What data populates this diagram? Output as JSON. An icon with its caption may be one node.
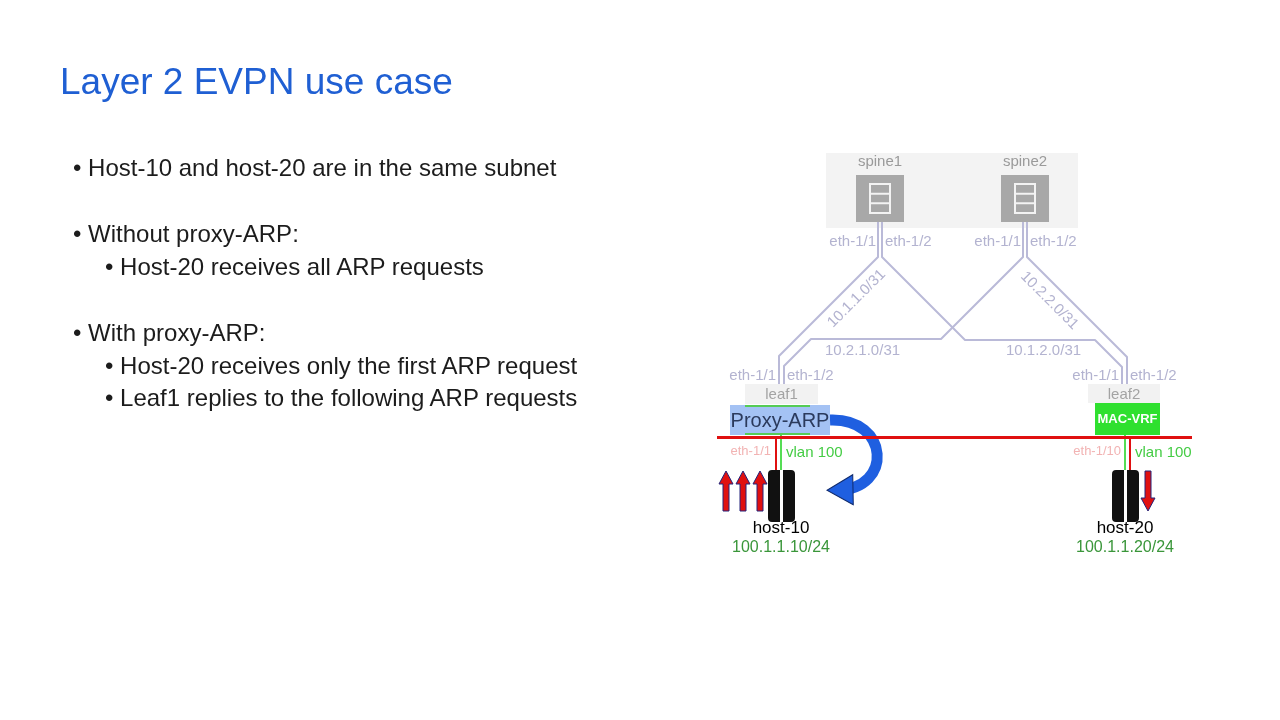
{
  "diagram": {
    "title": "Layer 2 EVPN use case",
    "nodes": [
      {
        "text": [
          "spine1"
        ],
        "beside": [
          "eth-1/1",
          "eth-1/2"
        ]
      },
      {
        "text": [
          "spine2"
        ],
        "beside": [
          "eth-1/1",
          "eth-1/2"
        ]
      },
      {
        "text": [
          "leaf1"
        ],
        "beside": [
          "eth-1/1",
          "eth-1/2"
        ]
      },
      {
        "text": [
          "leaf2"
        ],
        "beside": [
          "eth-1/1",
          "eth-1/2"
        ]
      },
      {
        "text": [
          "Proxy-ARP"
        ]
      },
      {
        "text": [
          "MAC-VRF"
        ]
      },
      {
        "text": [],
        "shape": "bar"
      },
      {
        "text": [
          "host-10",
          "100.1.1.10/24"
        ]
      },
      {
        "text": [
          "host-20",
          "100.1.1.20/24"
        ]
      }
    ],
    "edges": [
      {
        "from": 0,
        "to": 2,
        "arrow": "none",
        "label": "10.1.1.0/31"
      },
      {
        "from": 0,
        "to": 3,
        "arrow": "none",
        "label": "10.1.2.0/31"
      },
      {
        "from": 1,
        "to": 2,
        "arrow": "none",
        "label": "10.2.1.0/31"
      },
      {
        "from": 1,
        "to": 3,
        "arrow": "none",
        "label": "10.2.2.0/31"
      },
      {
        "from": 6,
        "to": 7,
        "arrow": "none",
        "label": "eth-1/1",
        "color": "#e01010"
      },
      {
        "from": 4,
        "to": 7,
        "arrow": "none",
        "label": "vlan 100",
        "color": "#55dd55"
      },
      {
        "from": 6,
        "to": 8,
        "arrow": "none",
        "label": "eth-1/10",
        "color": "#e01010"
      },
      {
        "from": 5,
        "to": 8,
        "arrow": "none",
        "label": "vlan 100",
        "color": "#55dd55"
      },
      {
        "from": 4,
        "to": 7,
        "arrow": "to",
        "style": "thick",
        "color": "#1f5fe0"
      }
    ],
    "labels": [
      "• Host-10 and host-20 are in the same subnet",
      "• Without proxy-ARP:",
      "• Host-20 receives all ARP requests",
      "• With proxy-ARP:",
      "• Host-20 receives only the first ARP request",
      "• Leaf1 replies to the following ARP requests"
    ]
  }
}
